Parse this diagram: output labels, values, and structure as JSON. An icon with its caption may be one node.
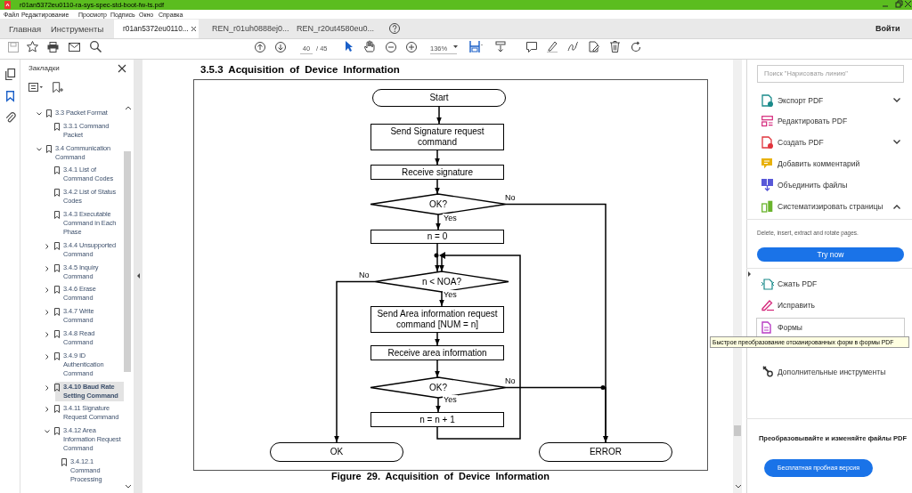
{
  "diagram": {
    "title": "3.5.3 Acquisition of Device Information",
    "caption": "Figure 29. Acquisition of Device Information",
    "nodes": [
      {
        "text": [
          "Start"
        ]
      },
      {
        "text": [
          "Send Signature request command"
        ]
      },
      {
        "text": [
          "Receive signature"
        ]
      },
      {
        "text": [
          "OK?"
        ]
      },
      {
        "text": [
          "n = 0"
        ]
      },
      {
        "text": [
          "n < NOA?"
        ]
      },
      {
        "text": [
          "Send Area information request command [NUM = n]"
        ]
      },
      {
        "text": [
          "Receive area information"
        ]
      },
      {
        "text": [
          "OK?"
        ]
      },
      {
        "text": [
          "n = n + 1"
        ]
      },
      {
        "text": [
          "OK"
        ]
      },
      {
        "text": [
          "ERROR"
        ]
      }
    ],
    "edges": [
      {
        "from": 0,
        "to": 1,
        "arrow": "to"
      },
      {
        "from": 1,
        "to": 2,
        "arrow": "to"
      },
      {
        "from": 2,
        "to": 3,
        "arrow": "to"
      },
      {
        "from": 3,
        "to": 4,
        "arrow": "to",
        "label": "Yes"
      },
      {
        "from": 3,
        "to": 11,
        "arrow": "to",
        "label": "No"
      },
      {
        "from": 4,
        "to": 5,
        "arrow": "to"
      },
      {
        "from": 5,
        "to": 6,
        "arrow": "to",
        "label": "Yes"
      },
      {
        "from": 5,
        "to": 10,
        "arrow": "to",
        "label": "No"
      },
      {
        "from": 6,
        "to": 7,
        "arrow": "to"
      },
      {
        "from": 7,
        "to": 8,
        "arrow": "to"
      },
      {
        "from": 8,
        "to": 9,
        "arrow": "to",
        "label": "Yes"
      },
      {
        "from": 8,
        "to": 11,
        "arrow": "to",
        "label": "No"
      },
      {
        "from": 9,
        "to": 5,
        "arrow": "to"
      }
    ],
    "labels": [
      "r01an5372eu0110-ra-sys-spec-std-boot-fw-ts.pdf",
      "Файл",
      "Редактирование",
      "Просмотр",
      "Подпись",
      "Окно",
      "Справка",
      "Главная",
      "Инструменты",
      "r01an5372eu0110...",
      "REN_r01uh0888ej0...",
      "REN_r20ut4580eu0...",
      "Войти",
      "40",
      "/ 45",
      "136%",
      "Закладки",
      "3.3 Packet Format",
      "3.3.1 Command Packet",
      "3.4 Communication Command",
      "3.4.1 List of Command Codes",
      "3.4.2 List of Status Codes",
      "3.4.3 Executable Command in Each Phase",
      "3.4.4 Unsupported Command",
      "3.4.5 Inquiry Command",
      "3.4.6 Erase Command",
      "3.4.7 Write Command",
      "3.4.8 Read Command",
      "3.4.9 ID Authentication Command",
      "3.4.10 Baud Rate Setting Command",
      "3.4.11 Signature Request Command",
      "3.4.12 Area Information Request Command",
      "3.4.12.1 Command Processing",
      "Поиск \"Нарисовать линию\"",
      "Экспорт PDF",
      "Редактировать PDF",
      "Создать PDF",
      "Добавить комментарий",
      "Объединить файлы",
      "Систематизировать страницы",
      "Delete, insert, extract and rotate pages.",
      "Try now",
      "Сжать PDF",
      "Исправить",
      "Формы",
      "Быстрое преобразование отсканированных форм в формы PDF",
      "Дополнительные инструменты",
      "Преобразовывайте и изменяйте файлы PDF",
      "Бесплатная пробная версия"
    ]
  }
}
